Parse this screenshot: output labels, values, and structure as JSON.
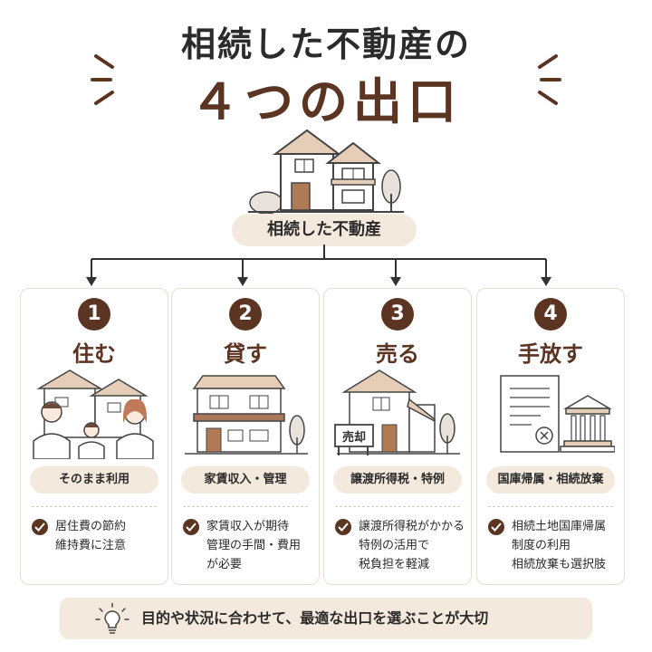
{
  "header": {
    "title_line1": "相続した不動産の",
    "title_line2": "４つの出口"
  },
  "hero": {
    "label": "相続した不動産"
  },
  "options": [
    {
      "number": "1",
      "title": "住む",
      "tag": "そのまま利用",
      "notes": [
        "居住費の節約",
        "維持費に注意"
      ]
    },
    {
      "number": "2",
      "title": "貸す",
      "tag": "家賃収入・管理",
      "notes": [
        "家賃収入が期待",
        "管理の手間・費用",
        "が必要"
      ]
    },
    {
      "number": "3",
      "title": "売る",
      "tag": "譲渡所得税・特例",
      "sign": "売却",
      "notes": [
        "譲渡所得税がかかる",
        "特例の活用で",
        "税負担を軽減"
      ]
    },
    {
      "number": "4",
      "title": "手放す",
      "tag": "国庫帰属・相続放棄",
      "notes": [
        "相続土地国庫帰属",
        "制度の利用",
        "相続放棄も選択肢"
      ]
    }
  ],
  "footer": {
    "text": "目的や状況に合わせて、最適な出口を選ぶことが大切"
  },
  "colors": {
    "accent": "#5b3422",
    "pill": "#f4e9dd",
    "border": "#e8ded4"
  }
}
